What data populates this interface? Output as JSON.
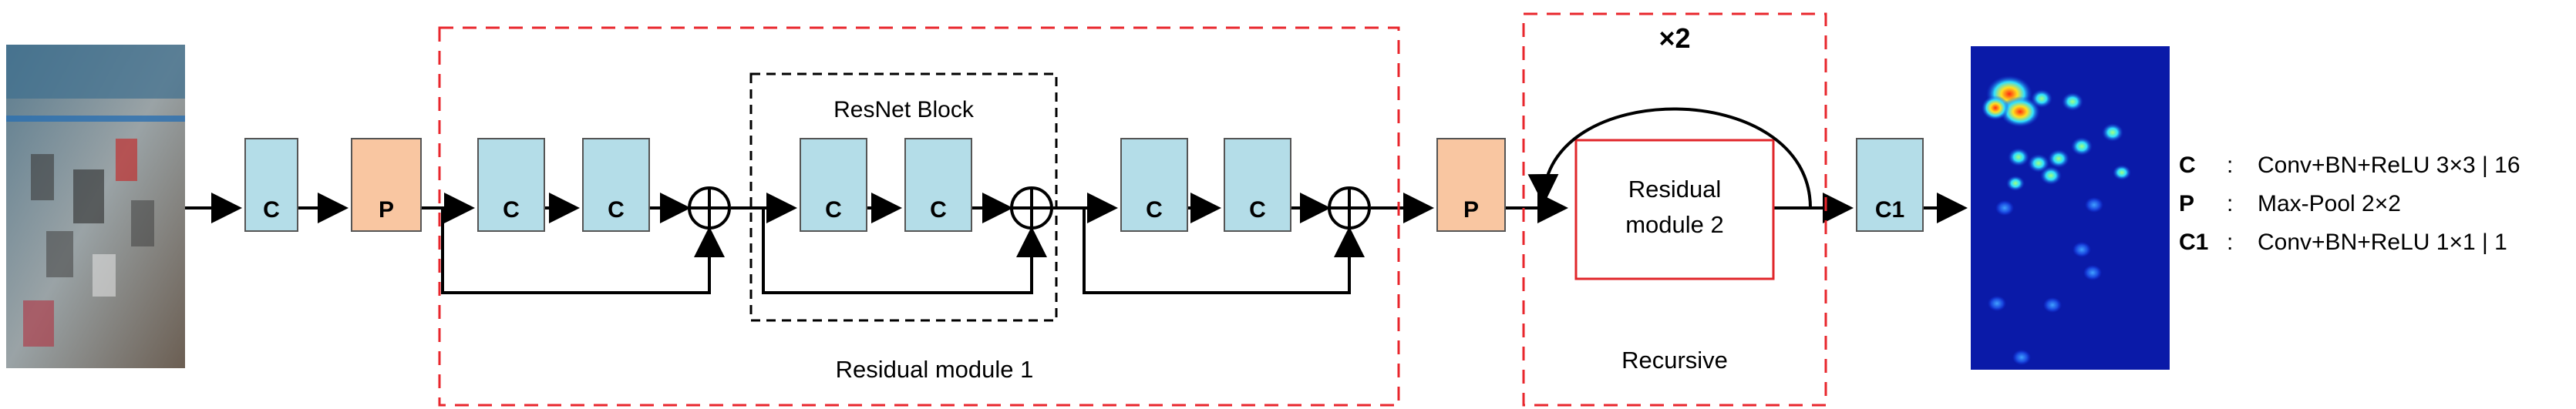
{
  "colors": {
    "conv_fill": "#b4dde8",
    "pool_fill": "#f9c6a1",
    "dashed_red": "#e8262c",
    "residual2_border": "#e0262a",
    "heatmap_bg": "#0a1aa8"
  },
  "blocks": {
    "conv": "C",
    "pool": "P",
    "conv_final": "C1"
  },
  "labels": {
    "resnet_block": "ResNet Block",
    "residual_module_1": "Residual module 1",
    "residual_module_2_line1": "Residual",
    "residual_module_2_line2": "module 2",
    "recursive": "Recursive",
    "repeat": "×2"
  },
  "legend": [
    {
      "key": "C",
      "sep": ":",
      "desc": "Conv+BN+ReLU  3×3 | 16"
    },
    {
      "key": "P",
      "sep": ":",
      "desc": "Max-Pool 2×2"
    },
    {
      "key": "C1",
      "sep": ":",
      "desc": "Conv+BN+ReLU  1×1 | 1"
    }
  ],
  "images": {
    "input": "crowd-photo-icon",
    "output": "density-map-heatmap"
  }
}
